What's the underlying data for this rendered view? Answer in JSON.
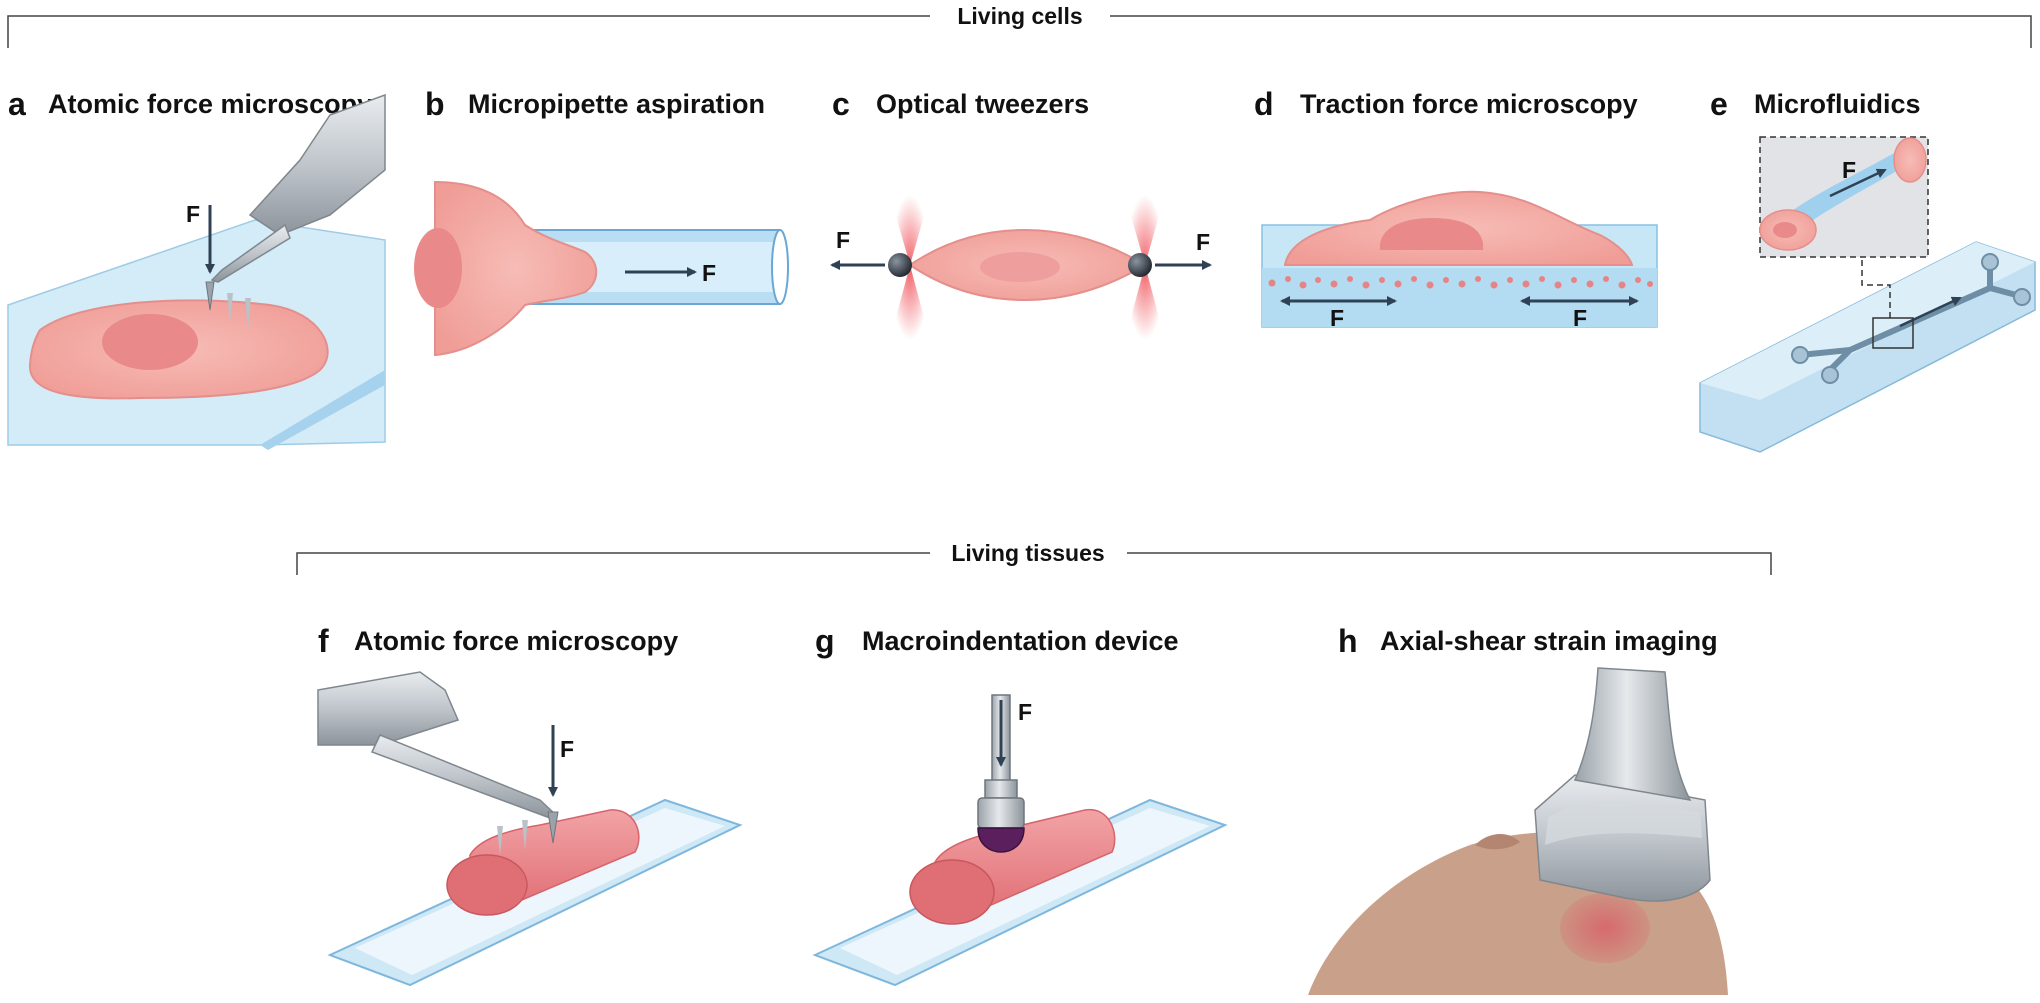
{
  "sections": {
    "cells": "Living cells",
    "tissues": "Living tissues"
  },
  "panels": [
    {
      "letter": "a",
      "title": "Atomic force microscopy"
    },
    {
      "letter": "b",
      "title": "Micropipette aspiration"
    },
    {
      "letter": "c",
      "title": "Optical tweezers"
    },
    {
      "letter": "d",
      "title": "Traction force microscopy"
    },
    {
      "letter": "e",
      "title": "Microfluidics"
    },
    {
      "letter": "f",
      "title": "Atomic force microscopy"
    },
    {
      "letter": "g",
      "title": "Macroindentation device"
    },
    {
      "letter": "h",
      "title": "Axial-shear strain imaging"
    }
  ],
  "force_label": "F",
  "colors": {
    "cell": "#f5b0ab",
    "nucleus": "#e9898a",
    "glass": "#cfe8f6",
    "arrow": "#2f4255",
    "tissue": "#e87b80",
    "skin": "#c9a089"
  }
}
